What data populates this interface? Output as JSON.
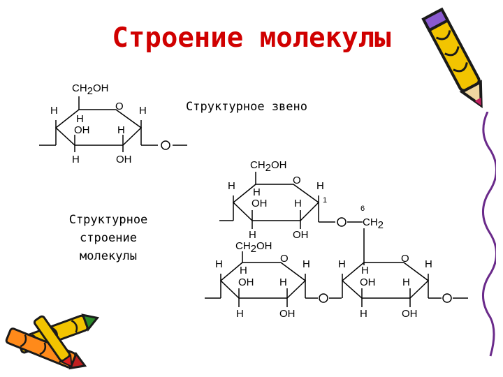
{
  "title": "Строение молекулы",
  "labels": {
    "structural_unit": "Структурное звено",
    "structural_build": [
      "Структурное",
      "строение",
      "молекулы"
    ]
  },
  "chem": {
    "ch2oh": "CH",
    "ch2oh_sub": "2",
    "ch2oh_end": "OH",
    "h": "H",
    "oh": "OH",
    "o": "O",
    "ch2": "CH",
    "ch2_sub": "2",
    "c1": "1",
    "c6": "6"
  },
  "icons": [
    "pencil-icon",
    "crayons-icon",
    "squiggle-border"
  ]
}
